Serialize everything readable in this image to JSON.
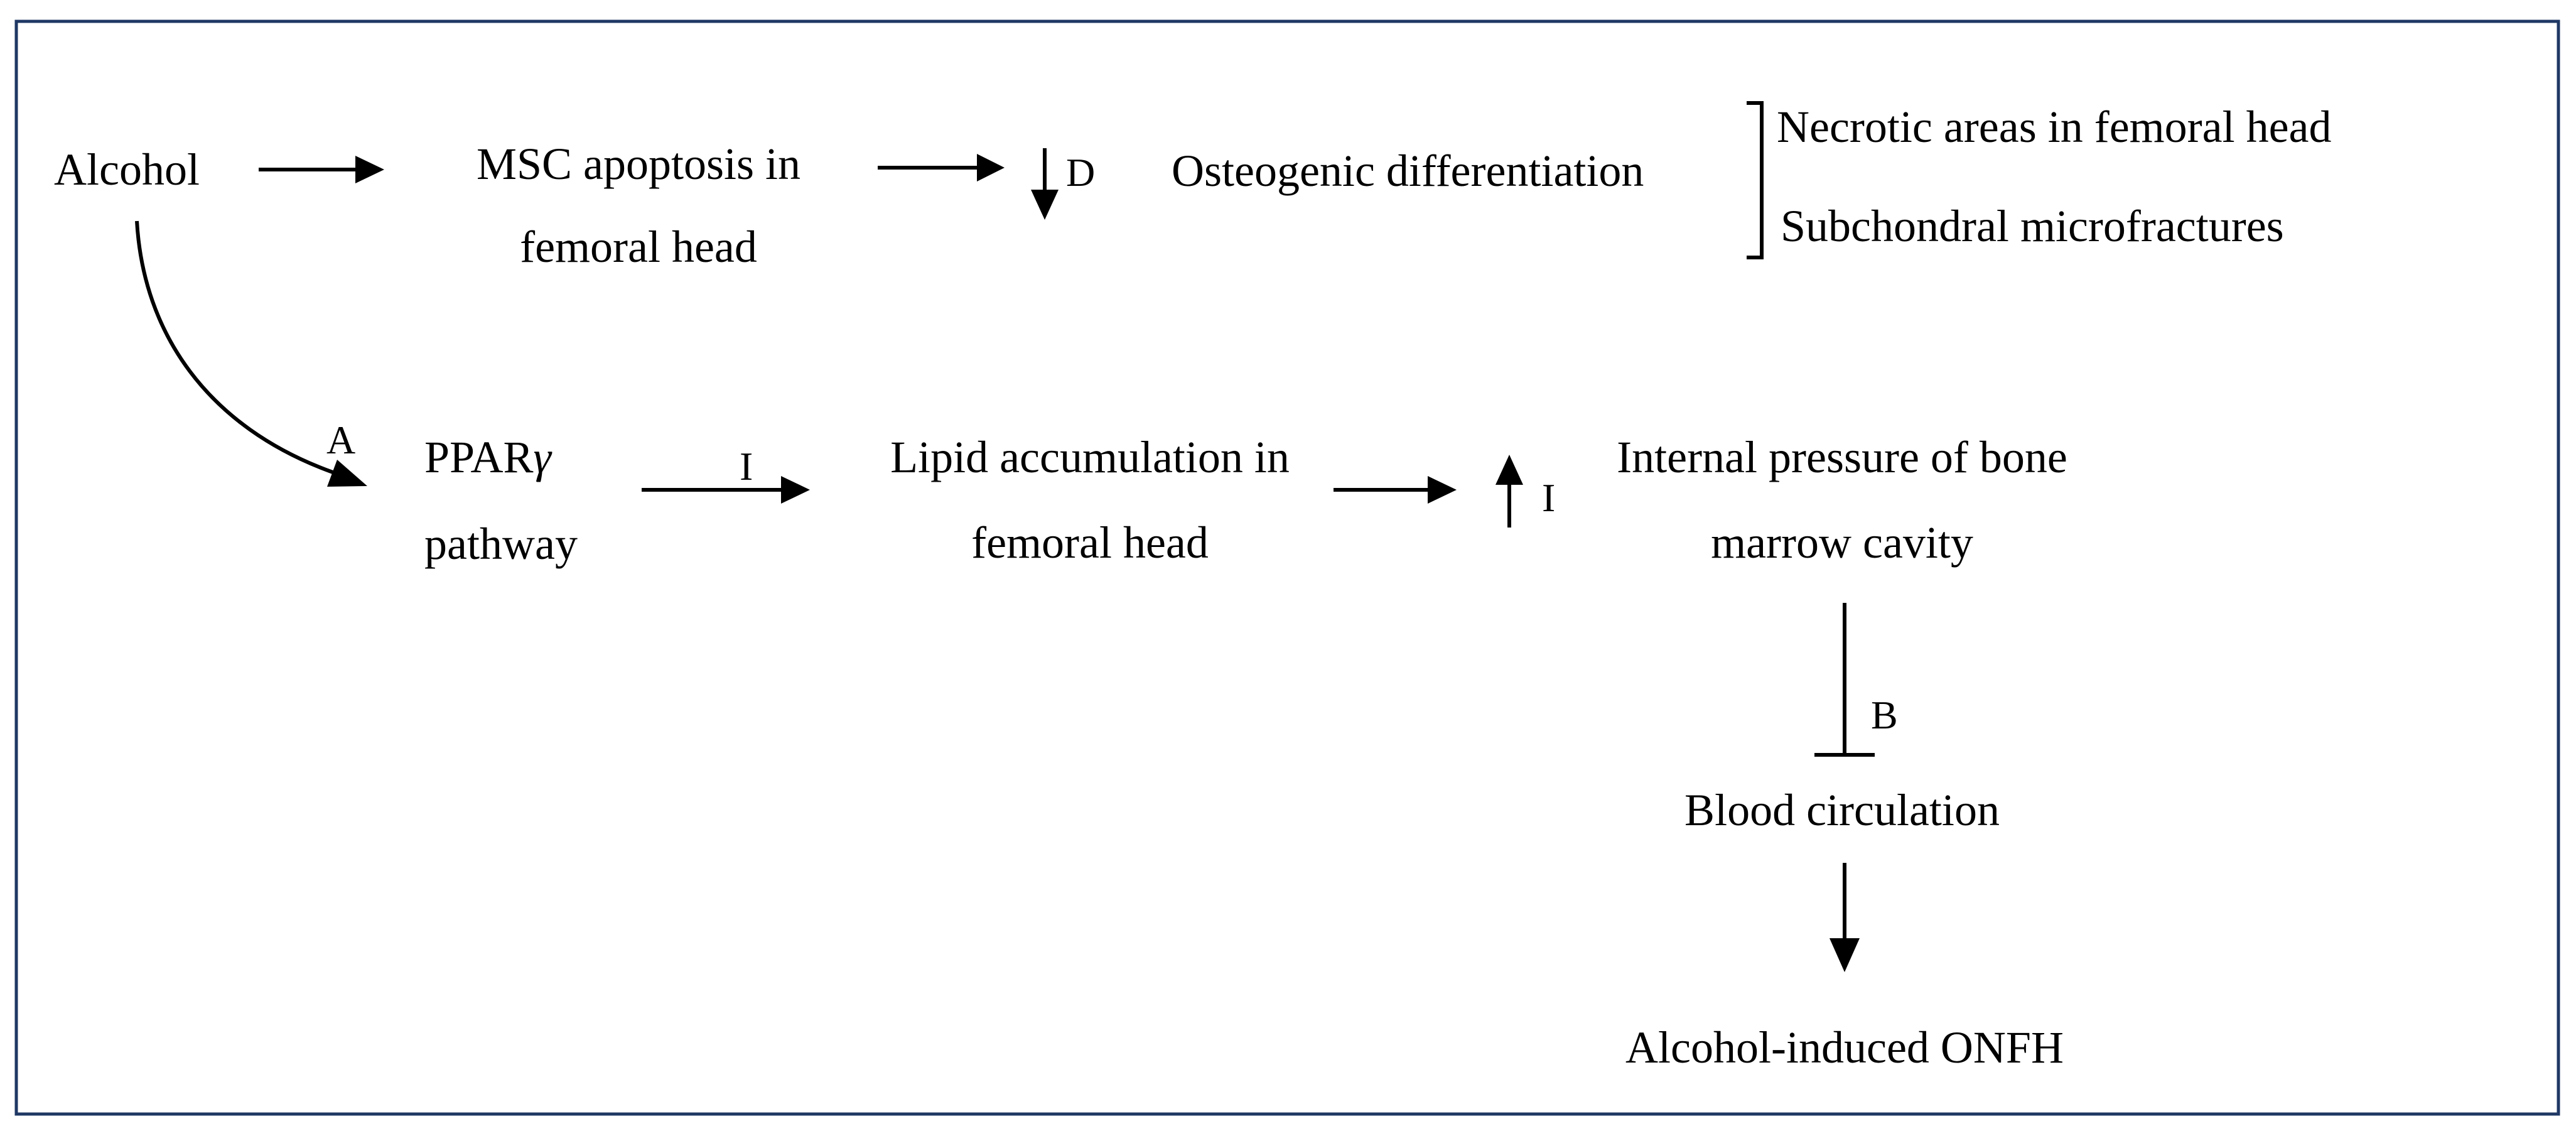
{
  "frame_color": "#1f3864",
  "nodes": {
    "alcohol": "Alcohol",
    "msc_line1": "MSC apoptosis in",
    "msc_line2": "femoral head",
    "osteogenic": "Osteogenic differentiation",
    "necrotic": "Necrotic areas in femoral head",
    "subchondral": "Subchondral microfractures",
    "ppar_line1_text": "PPAR",
    "ppar_line1_greek": "γ",
    "ppar_line2": "pathway",
    "lipid_line1": "Lipid accumulation in",
    "lipid_line2": "femoral head",
    "pressure_line1": "Internal pressure of bone",
    "pressure_line2": "marrow cavity",
    "blood": "Blood circulation",
    "onfh": "Alcohol-induced ONFH"
  },
  "edge_labels": {
    "d": "D",
    "a": "A",
    "i_ppar": "I",
    "i_pressure": "I",
    "b": "B"
  }
}
